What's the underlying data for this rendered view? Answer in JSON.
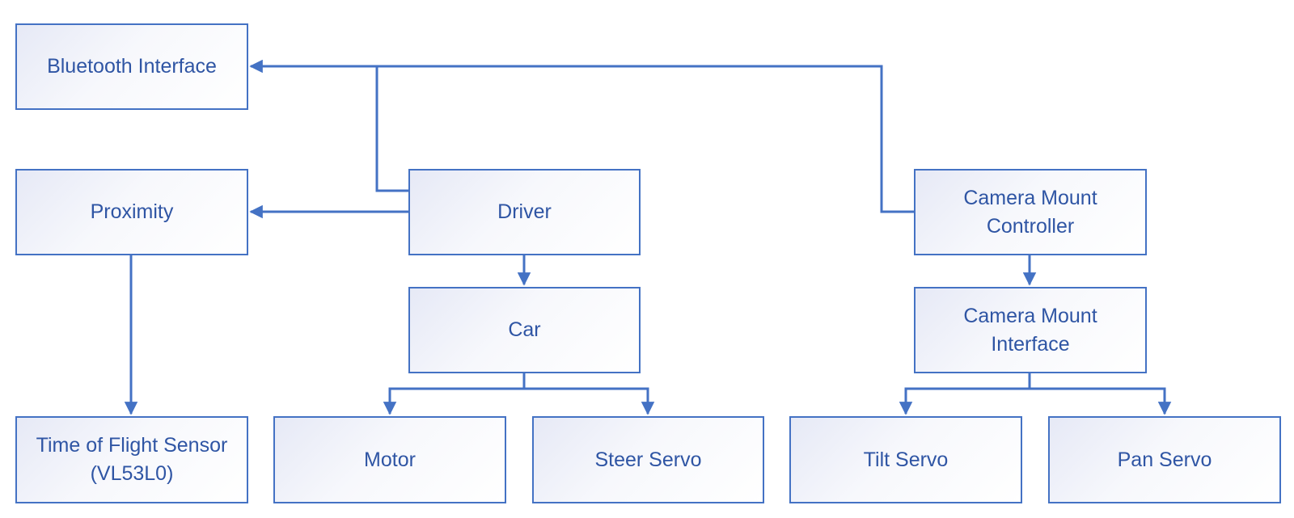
{
  "colors": {
    "line": "#4472c4",
    "text": "#2f55a4"
  },
  "blocks": {
    "bluetooth": {
      "line1": "Bluetooth Interface"
    },
    "proximity": {
      "line1": "Proximity"
    },
    "driver": {
      "line1": "Driver"
    },
    "camera_controller": {
      "line1": "Camera Mount",
      "line2": "Controller"
    },
    "car": {
      "line1": "Car"
    },
    "camera_interface": {
      "line1": "Camera Mount",
      "line2": "Interface"
    },
    "tof": {
      "line1": "Time of Flight Sensor",
      "line2": "(VL53L0)"
    },
    "motor": {
      "line1": "Motor"
    },
    "steer": {
      "line1": "Steer Servo"
    },
    "tilt": {
      "line1": "Tilt Servo"
    },
    "pan": {
      "line1": "Pan Servo"
    }
  }
}
